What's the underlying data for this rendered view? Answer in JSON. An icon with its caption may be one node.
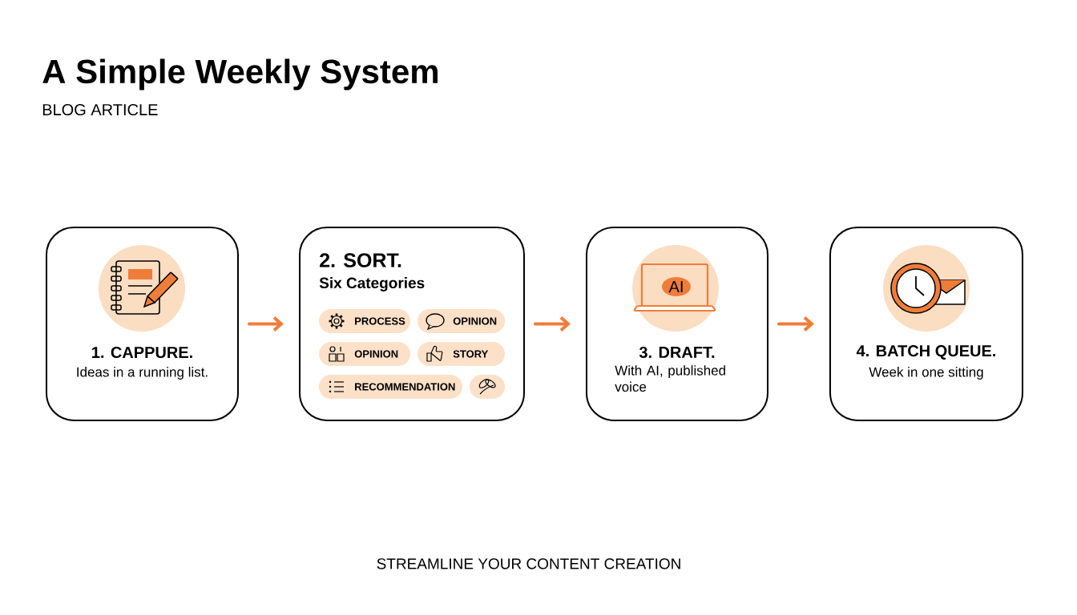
{
  "diagram": {
    "title": "A Simple Weekly System",
    "nodes": [
      {
        "text": [
          "1. CAPPURE.",
          "Ideas in a running list."
        ]
      },
      {
        "text": [
          "2. SORT.",
          "Six Categories"
        ]
      },
      {
        "text": [
          "PROCESS"
        ],
        "in": 1
      },
      {
        "text": [
          "OPINION"
        ],
        "in": 1
      },
      {
        "text": [
          "OPINION"
        ],
        "in": 1
      },
      {
        "text": [
          "STORY"
        ],
        "in": 1
      },
      {
        "text": [
          "RECOMMENDATION"
        ],
        "in": 1
      },
      {
        "text": [],
        "shape": "circle",
        "in": 1
      },
      {
        "text": [
          "3. DRAFT.",
          "With AI, published voice"
        ]
      },
      {
        "text": [
          "4. BATCH QUEUE.",
          "Week in one sitting"
        ]
      }
    ],
    "edges": [
      {
        "from": 0,
        "to": 1,
        "arrow": "to"
      },
      {
        "from": 1,
        "to": 8,
        "arrow": "to"
      },
      {
        "from": 8,
        "to": 9,
        "arrow": "to"
      }
    ],
    "labels": [
      "BLOG ARTICLE",
      "AI"
    ],
    "caption": "STREAMLINE YOUR CONTENT CREATION"
  }
}
